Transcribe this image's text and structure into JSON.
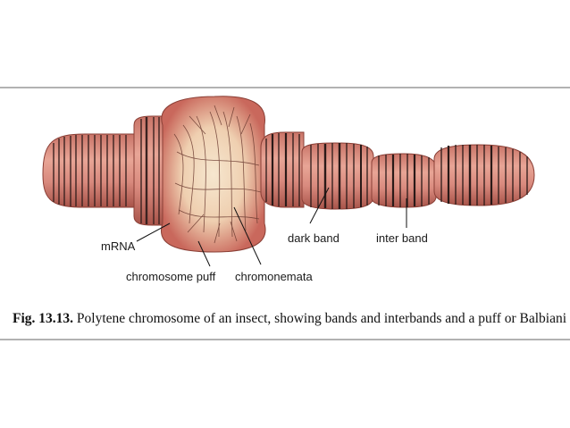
{
  "labels": {
    "mrna": "mRNA",
    "chromosome_puff": "chromosome puff",
    "chromonemata": "chromonemata",
    "dark_band": "dark band",
    "inter_band": "inter band"
  },
  "caption": {
    "figure_number": "Fig. 13.13.",
    "text": " Polytene chromosome of an insect, showing bands and interbands and a puff or Balbiani ring."
  },
  "colors": {
    "chromosome_body": "#d98a7e",
    "chromosome_dark": "#a8544a",
    "puff_center": "#f3dfc4",
    "band": "#2a1a18",
    "frame_line": "#555555"
  }
}
